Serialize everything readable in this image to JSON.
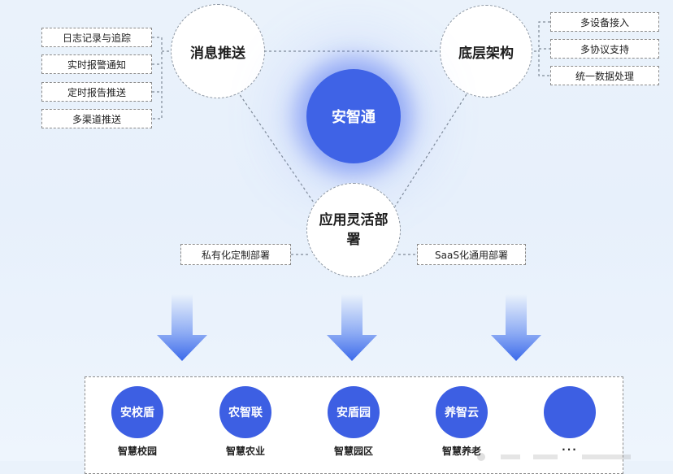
{
  "center": {
    "label": "安智通"
  },
  "nodes": {
    "messaging": "消息推送",
    "architecture": "底层架构",
    "deployment": "应用灵活部署"
  },
  "left_tags": [
    "日志记录与追踪",
    "实时报警通知",
    "定时报告推送",
    "多渠道推送"
  ],
  "right_tags": [
    "多设备接入",
    "多协议支持",
    "统一数据处理"
  ],
  "deploy_tags": {
    "left": "私有化定制部署",
    "right": "SaaS化通用部署"
  },
  "products": [
    {
      "name": "安校盾",
      "label": "智慧校园"
    },
    {
      "name": "农智联",
      "label": "智慧农业"
    },
    {
      "name": "安盾园",
      "label": "智慧园区"
    },
    {
      "name": "养智云",
      "label": "智慧养老"
    },
    {
      "name": "",
      "label": "···"
    }
  ],
  "colors": {
    "primary": "#3f63e6",
    "background": "#e9f1fb",
    "arrow": "#4a78ee"
  }
}
